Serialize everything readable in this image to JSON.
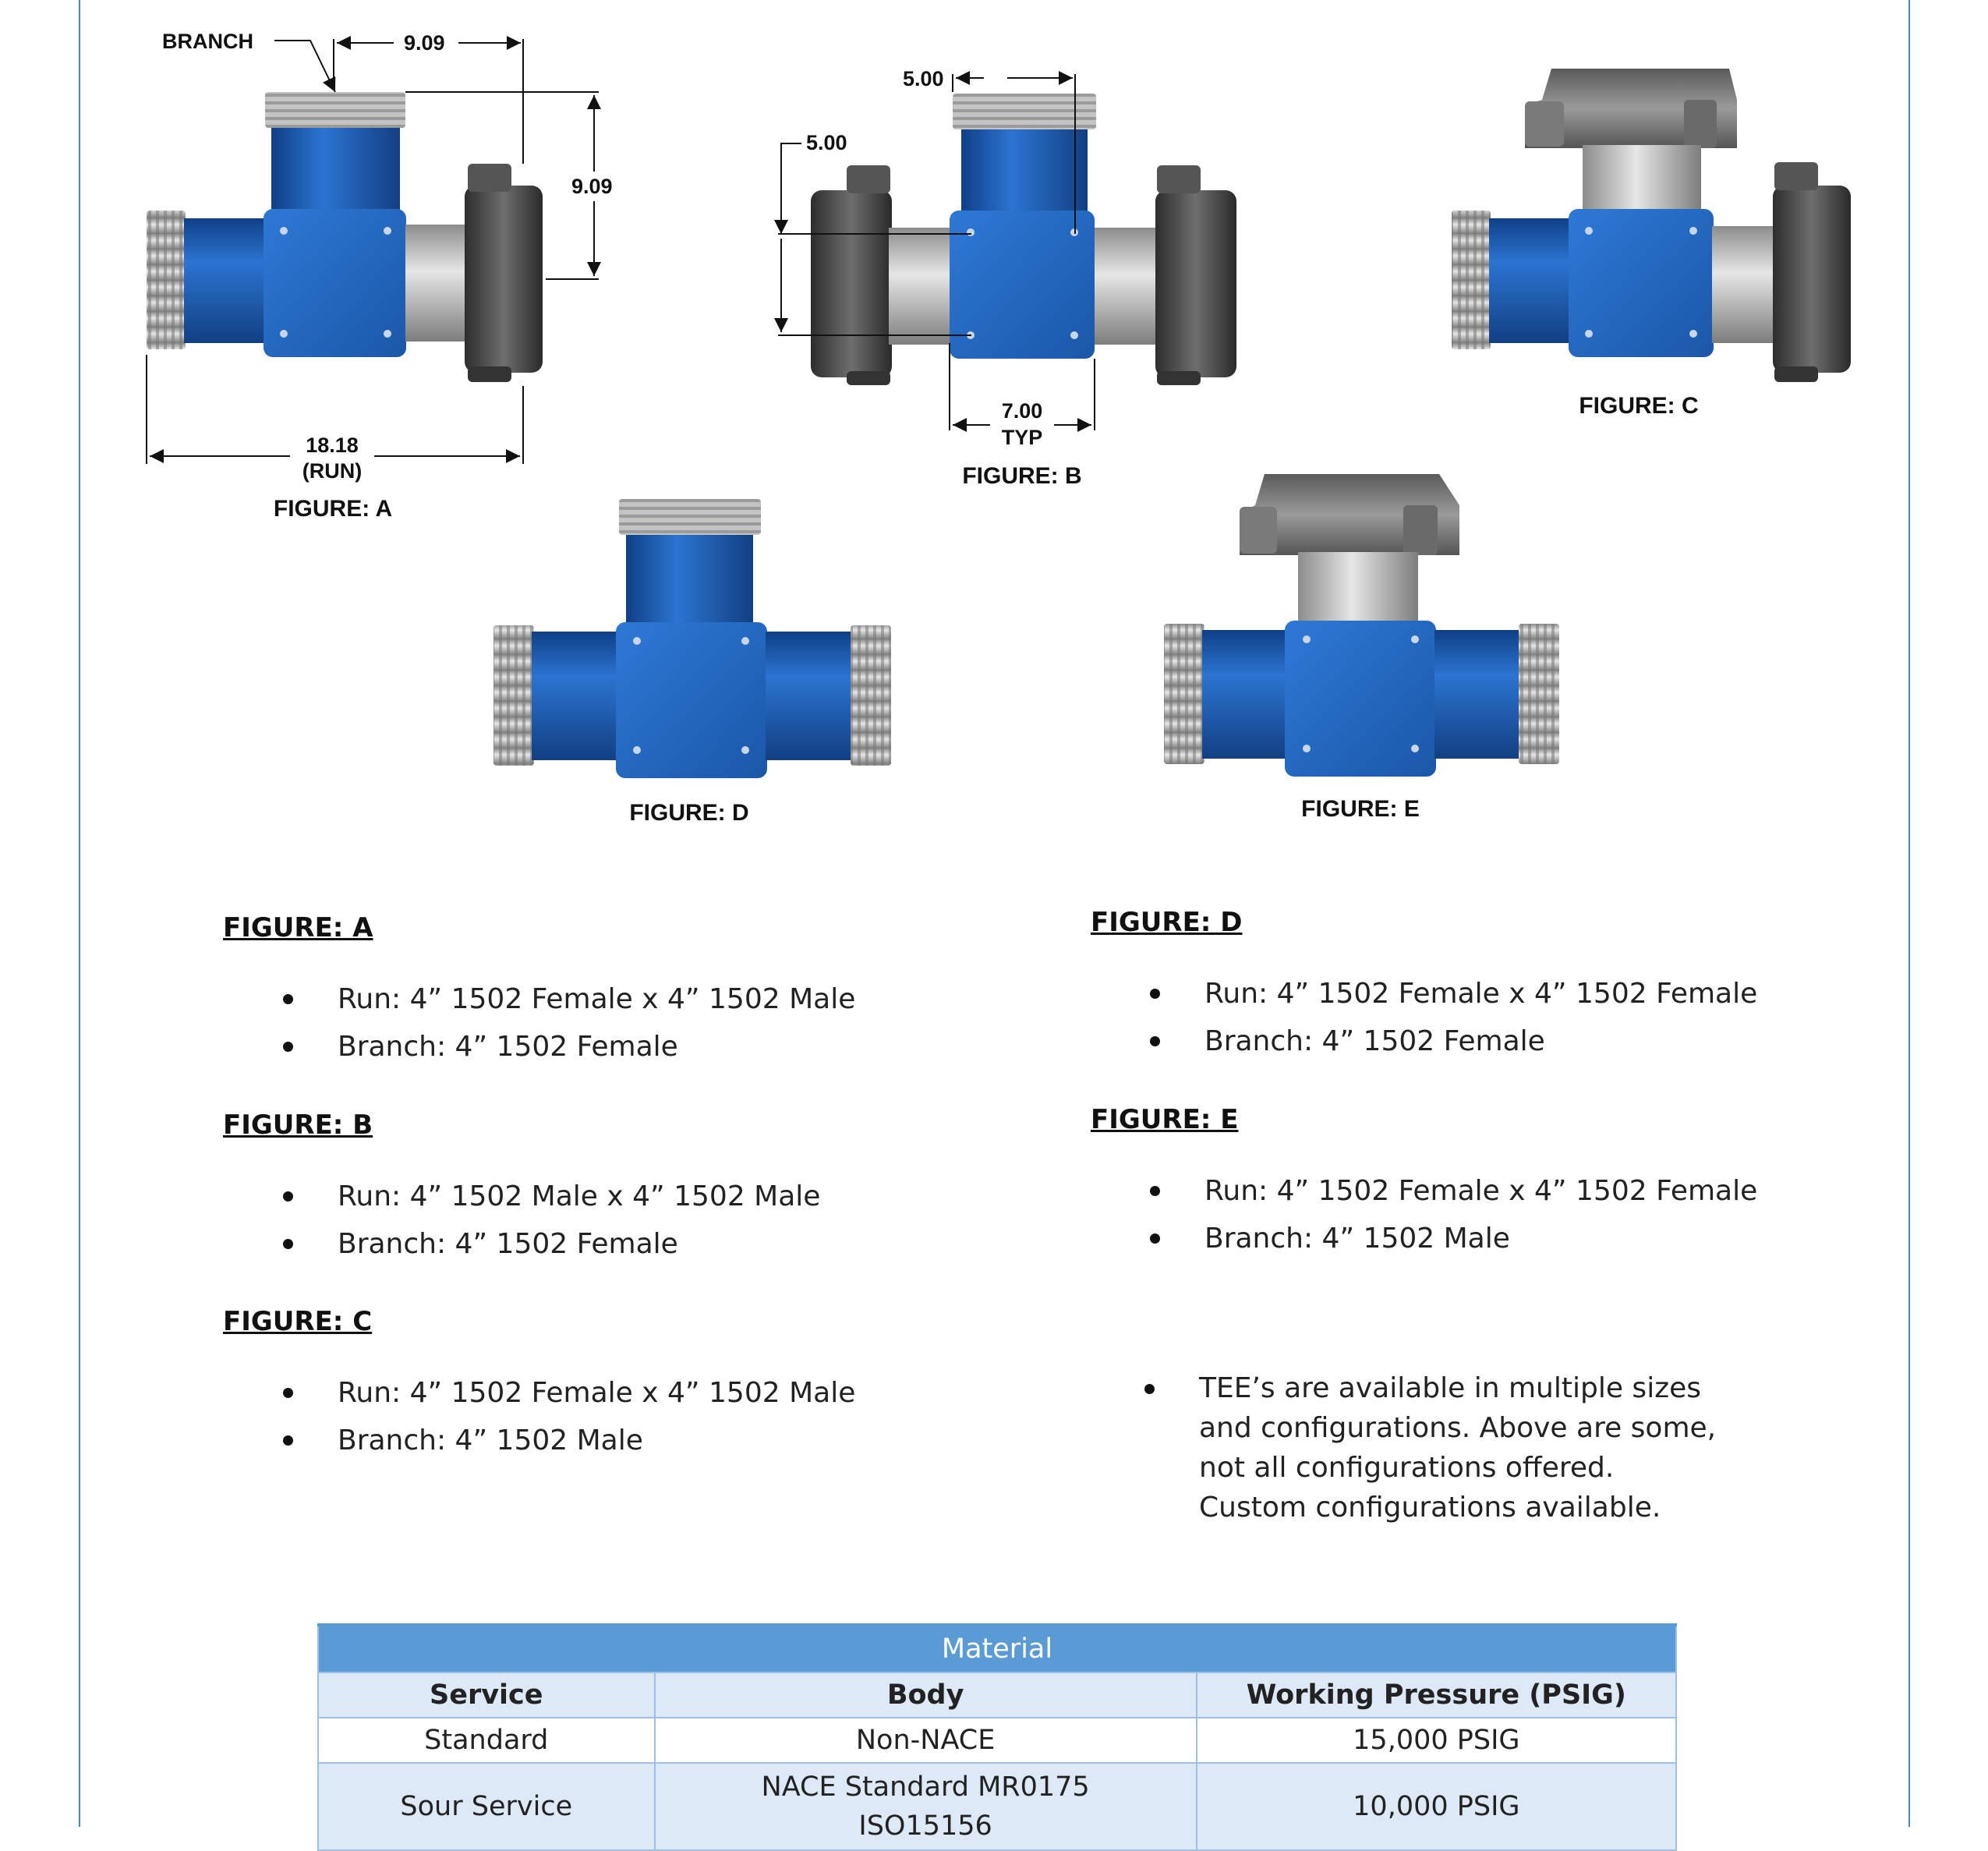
{
  "drawing": {
    "dims": {
      "branch": "BRANCH",
      "a_top": "9.09",
      "a_right": "9.09",
      "a_run_value": "18.18",
      "a_run_note": "(RUN)",
      "b_top": "5.00",
      "b_left": "5.00",
      "b_bottom": "7.00",
      "b_bottom_note": "TYP"
    },
    "figure_labels": {
      "a": "FIGURE: A",
      "b": "FIGURE: B",
      "c": "FIGURE: C",
      "d": "FIGURE: D",
      "e": "FIGURE: E"
    },
    "colors": {
      "body": "#1f5fb3",
      "steel": "#b8b8b8",
      "nut": "#4a4a4a",
      "bolt": "#c9d6ea"
    }
  },
  "sections": {
    "a": {
      "title": "FIGURE: A",
      "items": [
        "Run: 4” 1502 Female x 4” 1502 Male",
        "Branch: 4” 1502 Female"
      ]
    },
    "b": {
      "title": "FIGURE: B",
      "items": [
        "Run: 4” 1502 Male x 4” 1502 Male",
        "Branch: 4” 1502 Female"
      ]
    },
    "c": {
      "title": "FIGURE: C",
      "items": [
        "Run: 4” 1502 Female x 4” 1502 Male",
        "Branch: 4” 1502 Male"
      ]
    },
    "d": {
      "title": "FIGURE: D",
      "items": [
        "Run: 4” 1502 Female x 4” 1502 Female",
        "Branch: 4” 1502 Female"
      ]
    },
    "e": {
      "title": "FIGURE: E",
      "items": [
        "Run: 4” 1502 Female x 4” 1502 Female",
        "Branch: 4” 1502 Male"
      ]
    }
  },
  "note": "TEE’s are available in multiple sizes and configurations. Above are some, not all configurations offered. Custom configurations available.",
  "table": {
    "title": "Material",
    "headers": [
      "Service",
      "Body",
      "Working Pressure (PSIG)"
    ],
    "rows": [
      {
        "service": "Standard",
        "body": "Non-NACE",
        "pressure": "15,000 PSIG"
      },
      {
        "service": "Sour Service",
        "body_line1": "NACE Standard MR0175",
        "body_line2": "ISO15156",
        "pressure": "10,000 PSIG"
      }
    ]
  }
}
